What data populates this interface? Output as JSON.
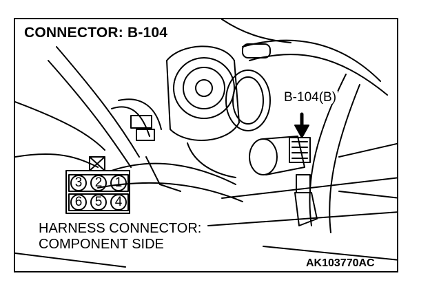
{
  "diagram": {
    "title": "CONNECTOR: B-104",
    "callout_label": "B-104(B)",
    "harness_label_line1": "HARNESS CONNECTOR:",
    "harness_label_line2": "COMPONENT SIDE",
    "figure_id": "AK103770AC",
    "connector_pins": {
      "top_row": [
        "3",
        "2",
        "1"
      ],
      "bottom_row": [
        "6",
        "5",
        "4"
      ]
    }
  }
}
